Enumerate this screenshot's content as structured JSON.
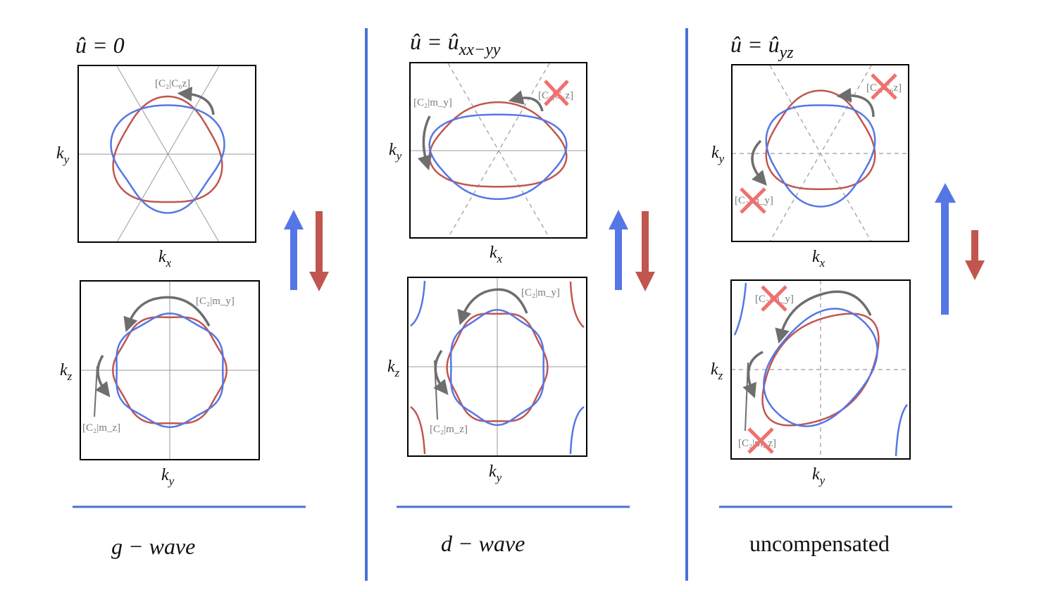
{
  "colors": {
    "spin_up": "#5577e6",
    "spin_down": "#c0564f",
    "divider": "#4a72d6",
    "forbidden": "#f07070",
    "annotation": "#6e6e6e"
  },
  "columns": [
    {
      "title_main": "û = 0",
      "title_sub": "",
      "top": {
        "xlabel_main": "k",
        "xlabel_sub": "x",
        "ylabel_main": "k",
        "ylabel_sub": "y",
        "annotation": "[C₂|C₆z]",
        "annotation_forbidden": false
      },
      "bottom": {
        "xlabel_main": "k",
        "xlabel_sub": "y",
        "ylabel_main": "k",
        "ylabel_sub": "z",
        "annotation_my": "[C₂|m_y]",
        "annotation_mz": "[C₂|m_z]",
        "my_forbidden": false,
        "mz_forbidden": false
      },
      "footer": "g − wave"
    },
    {
      "title_main": "û = û",
      "title_sub": "xx−yy",
      "top": {
        "xlabel_main": "k",
        "xlabel_sub": "x",
        "ylabel_main": "k",
        "ylabel_sub": "y",
        "annotation": "[C₂|C₆z]",
        "annotation_my": "[C₂|m_y]",
        "annotation_forbidden": true
      },
      "bottom": {
        "xlabel_main": "k",
        "xlabel_sub": "y",
        "ylabel_main": "k",
        "ylabel_sub": "z",
        "annotation_my": "[C₂|m_y]",
        "annotation_mz": "[C₂|m_z]",
        "my_forbidden": false,
        "mz_forbidden": false
      },
      "footer": "d − wave"
    },
    {
      "title_main": "û = û",
      "title_sub": "yz",
      "top": {
        "xlabel_main": "k",
        "xlabel_sub": "x",
        "ylabel_main": "k",
        "ylabel_sub": "y",
        "annotation": "[C₂|C₆z]",
        "annotation_my": "[C₂|m_y]",
        "annotation_forbidden": true
      },
      "bottom": {
        "xlabel_main": "k",
        "xlabel_sub": "y",
        "ylabel_main": "k",
        "ylabel_sub": "z",
        "annotation_my": "[C₂|m_y]",
        "annotation_mz": "[C₂|m_z]",
        "my_forbidden": true,
        "mz_forbidden": true
      },
      "footer": "uncompensated"
    }
  ]
}
